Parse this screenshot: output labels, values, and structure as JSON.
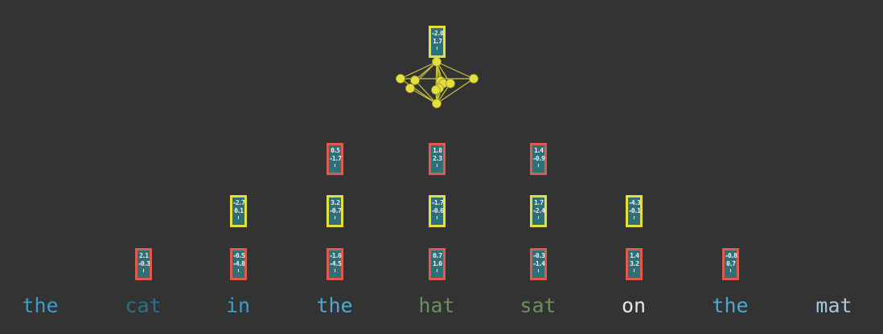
{
  "words": [
    {
      "text": "the",
      "color": "#3d9cc9"
    },
    {
      "text": "cat",
      "color": "#2a6f8c"
    },
    {
      "text": "in",
      "color": "#3d9cc9"
    },
    {
      "text": "the",
      "color": "#4da8d2"
    },
    {
      "text": "hat",
      "color": "#6f8f5a"
    },
    {
      "text": "sat",
      "color": "#6f8f5a"
    },
    {
      "text": "on",
      "color": "#e6e6e6"
    },
    {
      "text": "the",
      "color": "#4da8d2"
    },
    {
      "text": "mat",
      "color": "#a8c7d8"
    }
  ],
  "vectors": {
    "row1": [
      {
        "word_index": 1,
        "a": "2.1",
        "b": "-0.3",
        "highlight": false
      },
      {
        "word_index": 2,
        "a": "-0.5",
        "b": "-4.8",
        "highlight": false
      },
      {
        "word_index": 3,
        "a": "-1.6",
        "b": "-4.5",
        "highlight": false
      },
      {
        "word_index": 4,
        "a": "0.7",
        "b": "1.0",
        "highlight": false
      },
      {
        "word_index": 5,
        "a": "-0.3",
        "b": "-1.4",
        "highlight": false
      },
      {
        "word_index": 6,
        "a": "1.4",
        "b": "3.2",
        "highlight": false
      },
      {
        "word_index": 7,
        "a": "-0.8",
        "b": "0.7",
        "highlight": false
      }
    ],
    "row2": [
      {
        "word_index": 2,
        "a": "-2.7",
        "b": "0.1",
        "highlight": true
      },
      {
        "word_index": 3,
        "a": "3.2",
        "b": "-0.7",
        "highlight": true
      },
      {
        "word_index": 4,
        "a": "-1.7",
        "b": "-0.6",
        "highlight": true
      },
      {
        "word_index": 5,
        "a": "1.7",
        "b": "-2.4",
        "highlight": true
      },
      {
        "word_index": 6,
        "a": "-4.3",
        "b": "-0.1",
        "highlight": true
      }
    ],
    "row3": [
      {
        "word_index": 3,
        "a": "0.5",
        "b": "-1.7",
        "highlight": false
      },
      {
        "word_index": 4,
        "a": "1.8",
        "b": "2.3",
        "highlight": false
      },
      {
        "word_index": 5,
        "a": "1.4",
        "b": "-0.9",
        "highlight": false
      }
    ],
    "top": {
      "word_index": 4,
      "a": "-2.0",
      "b": "1.7",
      "highlight": true
    }
  },
  "colors": {
    "background": "#333333",
    "vector_fill": "#2f6f77",
    "vector_border": "#e0594a",
    "vector_border_highlight": "#e3e03e",
    "graph_node": "#e3e03e",
    "graph_edge": "#c9c63a"
  }
}
